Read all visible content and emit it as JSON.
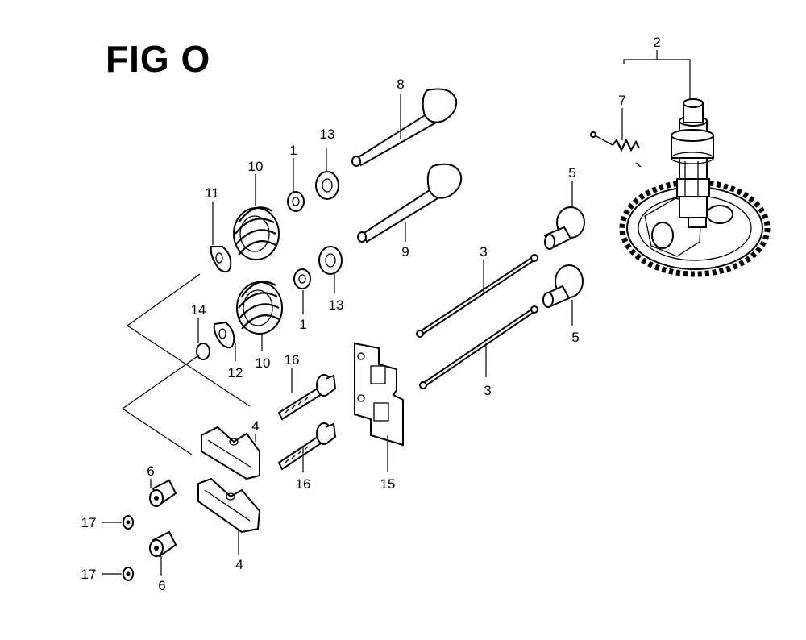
{
  "figure": {
    "title": "FIG O"
  },
  "callouts": {
    "c1a": "1",
    "c1b": "1",
    "c2": "2",
    "c3a": "3",
    "c3b": "3",
    "c4a": "4",
    "c4b": "4",
    "c5a": "5",
    "c5b": "5",
    "c6a": "6",
    "c6b": "6",
    "c7": "7",
    "c8": "8",
    "c9": "9",
    "c10a": "10",
    "c10b": "10",
    "c11": "11",
    "c12": "12",
    "c13a": "13",
    "c13b": "13",
    "c14": "14",
    "c15": "15",
    "c16a": "16",
    "c16b": "16",
    "c17a": "17",
    "c17b": "17"
  }
}
